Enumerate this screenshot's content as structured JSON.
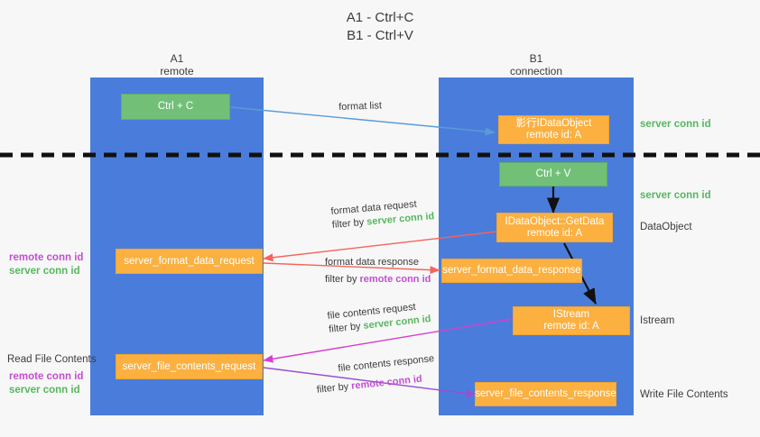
{
  "title": {
    "line1": "A1 - Ctrl+C",
    "line2": "B1 - Ctrl+V"
  },
  "colors": {
    "lane": "#4a7ddb",
    "green_node": "#72c078",
    "orange_node": "#fbb040",
    "server_conn_id": "#56b75f",
    "remote_conn_id": "#c24fd0",
    "red_arrow": "#f4645a",
    "blue_arrow": "#5b9bd5",
    "magenta_arrow": "#d53fd0",
    "purple_arrow": "#9b4fd0",
    "black_arrow": "#111111",
    "background": "#f7f7f7"
  },
  "lanes": [
    {
      "name": "A1",
      "sub": "remote"
    },
    {
      "name": "B1",
      "sub": "connection"
    }
  ],
  "nodes": {
    "ctrl_c": "Ctrl + C",
    "ctrl_v": "Ctrl + V",
    "idataobject": {
      "line1": "影行IDataObject",
      "line2": "remote id: A"
    },
    "getdata": {
      "line1": "IDataObject::GetData",
      "line2": "remote id: A"
    },
    "istream": {
      "line1": "IStream",
      "line2": "remote id: A"
    },
    "server_format_data_request": "server_format_data_request",
    "server_format_data_response": "server_format_data_response",
    "server_file_contents_request": "server_file_contents_request",
    "server_file_contents_response": "server_file_contents_response"
  },
  "edges": {
    "format_list": "format list",
    "format_data_request": "format data request",
    "format_data_request_filter_prefix": "filter by ",
    "format_data_request_filter_value": "server conn id",
    "format_data_response": "format data response",
    "format_data_response_filter_prefix": "filter by ",
    "format_data_response_filter_value": "remote conn id",
    "file_contents_request": "file contents request",
    "file_contents_request_filter_prefix": "filter by ",
    "file_contents_request_filter_value": "server conn id",
    "file_contents_response": "file contents response",
    "file_contents_response_filter_prefix": "filter by ",
    "file_contents_response_filter_value": "remote conn id"
  },
  "right_labels": {
    "server_conn_id_top": "server conn id",
    "server_conn_id_second": "server conn id",
    "dataobject": "DataObject",
    "istream": "Istream",
    "write_file_contents": "Write File Contents"
  },
  "left_labels": {
    "remote_conn_id_upper": "remote conn id",
    "server_conn_id_upper": "server conn id",
    "read_file_contents": "Read File Contents",
    "remote_conn_id_lower": "remote conn id",
    "server_conn_id_lower": "server conn id"
  }
}
